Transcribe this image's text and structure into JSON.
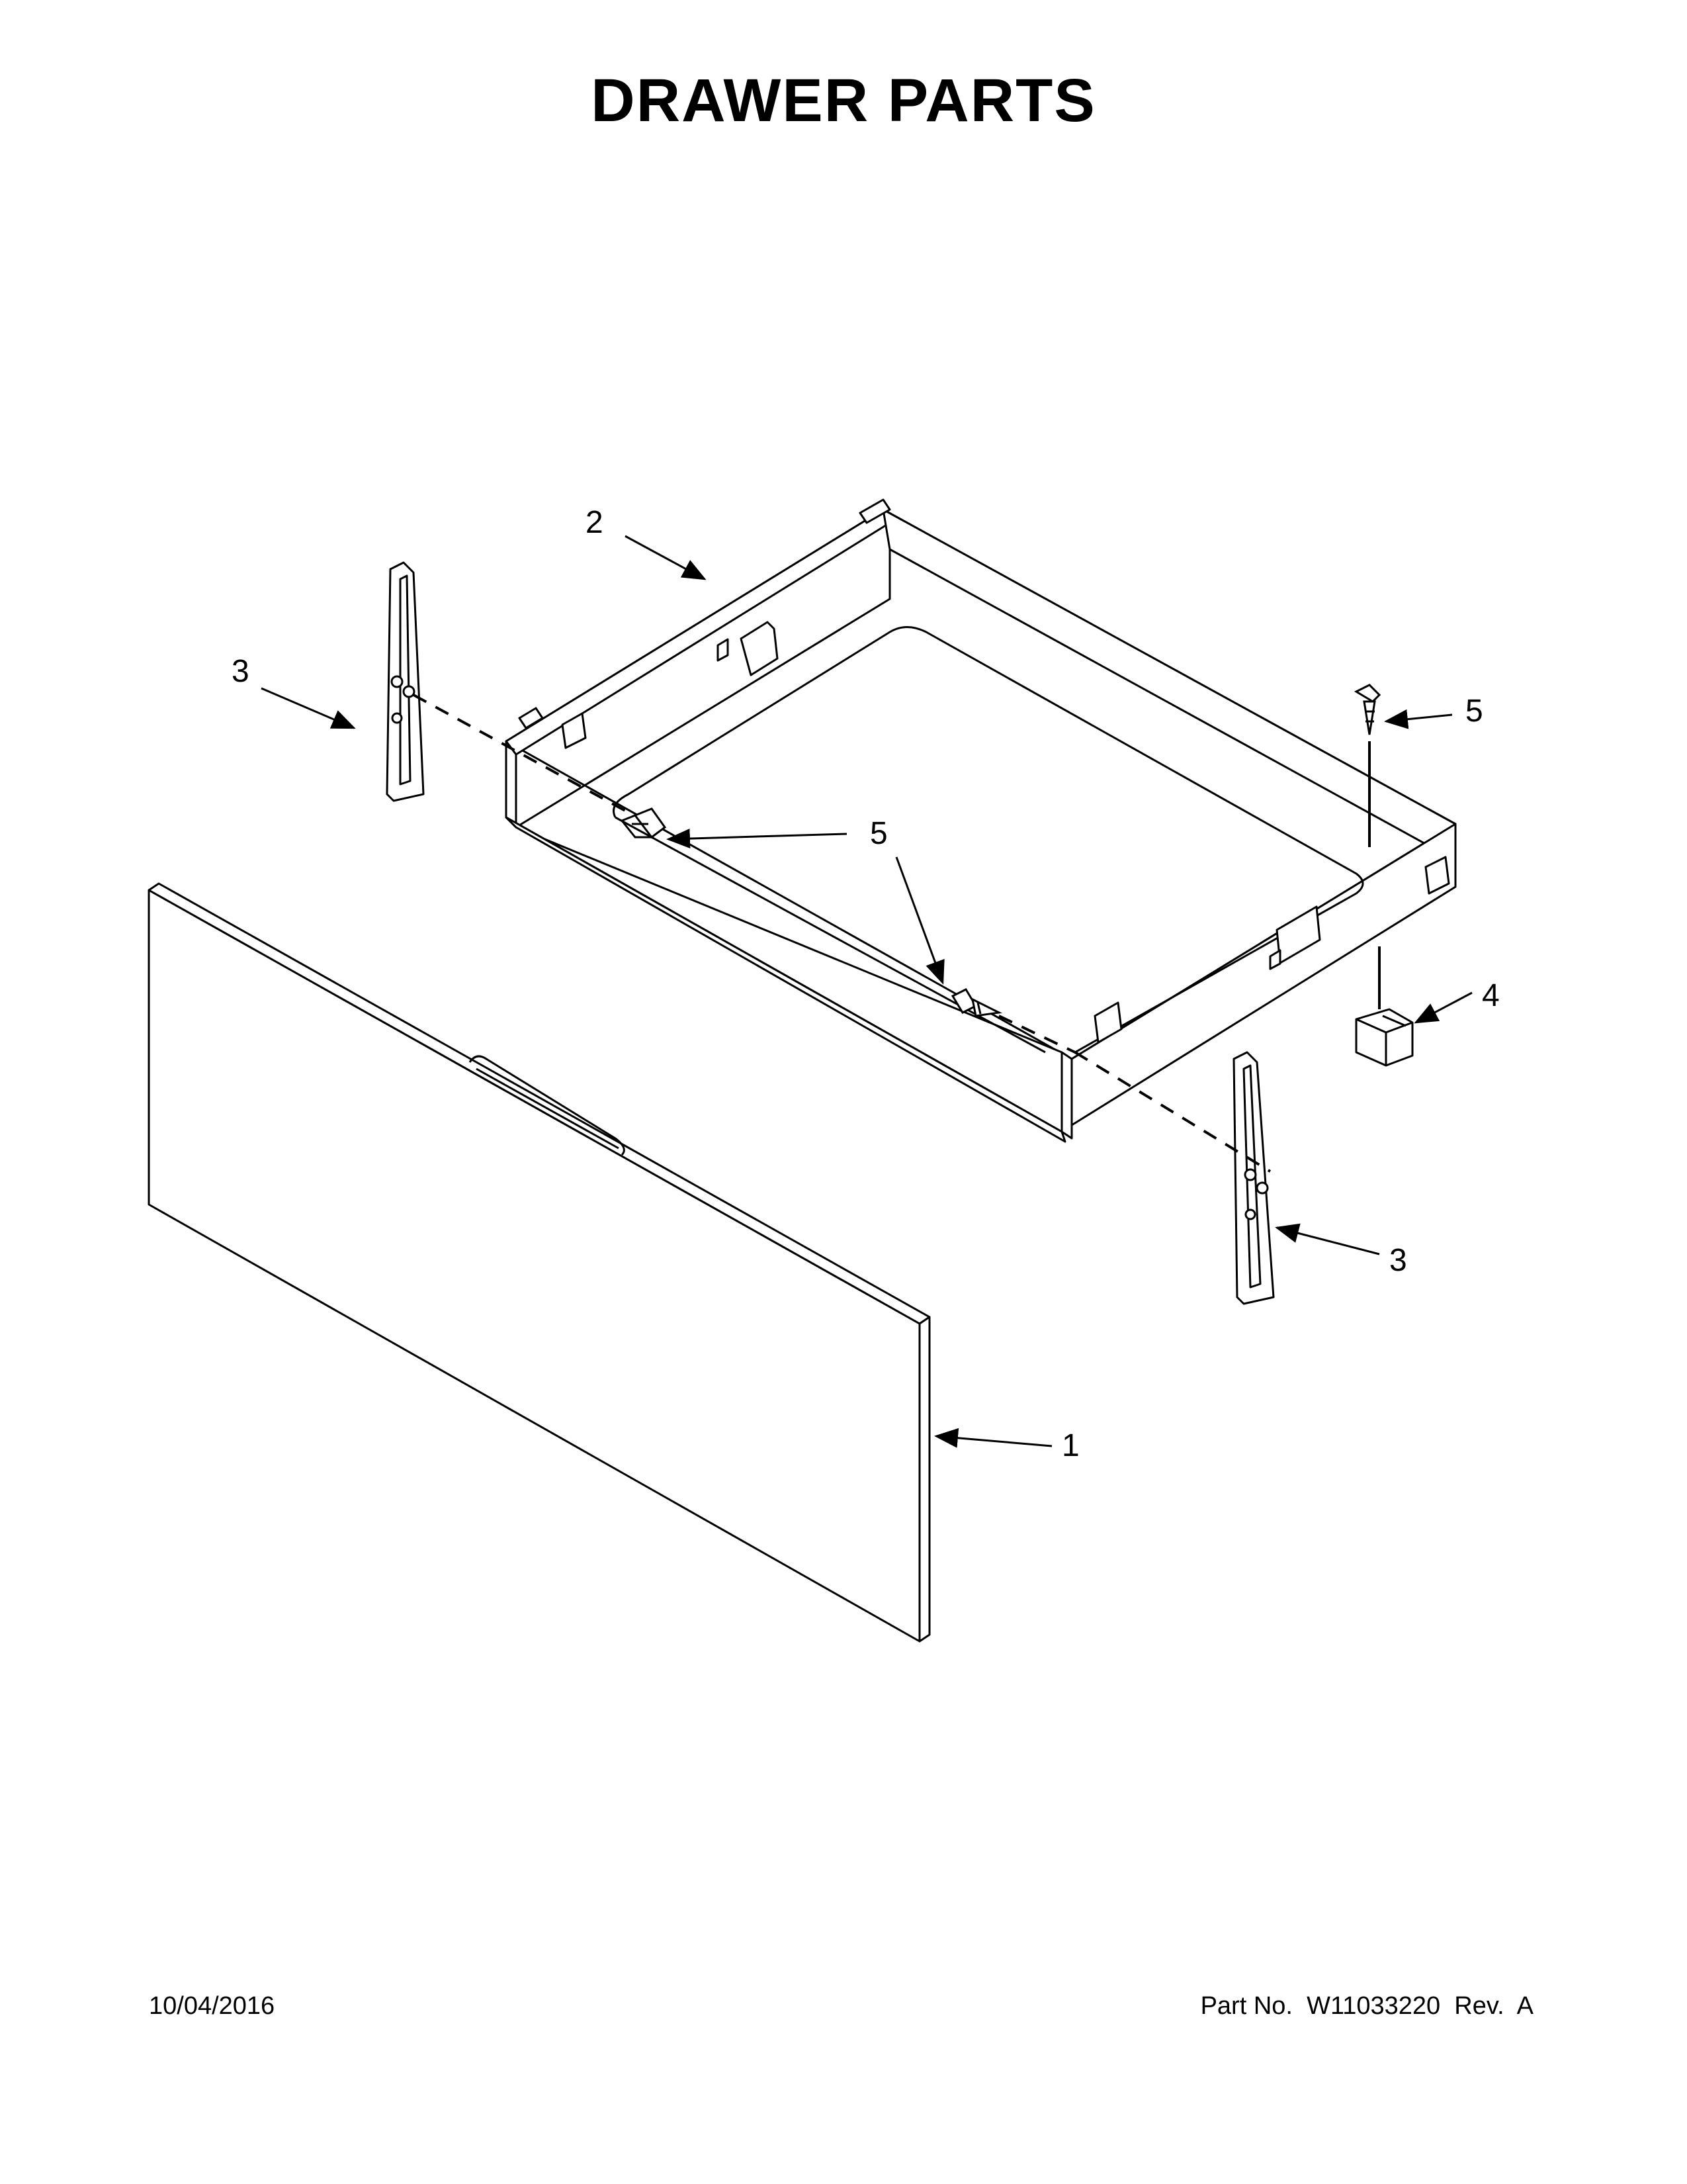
{
  "page": {
    "title": "DRAWER PARTS",
    "footer_date": "10/04/2016",
    "footer_part": "Part No.  W11033220  Rev.  A"
  },
  "callouts": [
    {
      "id": "c2",
      "label": "2"
    },
    {
      "id": "c3a",
      "label": "3"
    },
    {
      "id": "c5a",
      "label": "5"
    },
    {
      "id": "c5b",
      "label": "5"
    },
    {
      "id": "c5c",
      "label": "5"
    },
    {
      "id": "c4",
      "label": "4"
    },
    {
      "id": "c3b",
      "label": "3"
    },
    {
      "id": "c1",
      "label": "1"
    }
  ],
  "parts": [
    {
      "number": "1",
      "icon": "drawer-front-panel"
    },
    {
      "number": "2",
      "icon": "drawer-body-tray"
    },
    {
      "number": "3",
      "icon": "drawer-glide-bracket"
    },
    {
      "number": "4",
      "icon": "drawer-stop-clip"
    },
    {
      "number": "5",
      "icon": "screw"
    }
  ]
}
